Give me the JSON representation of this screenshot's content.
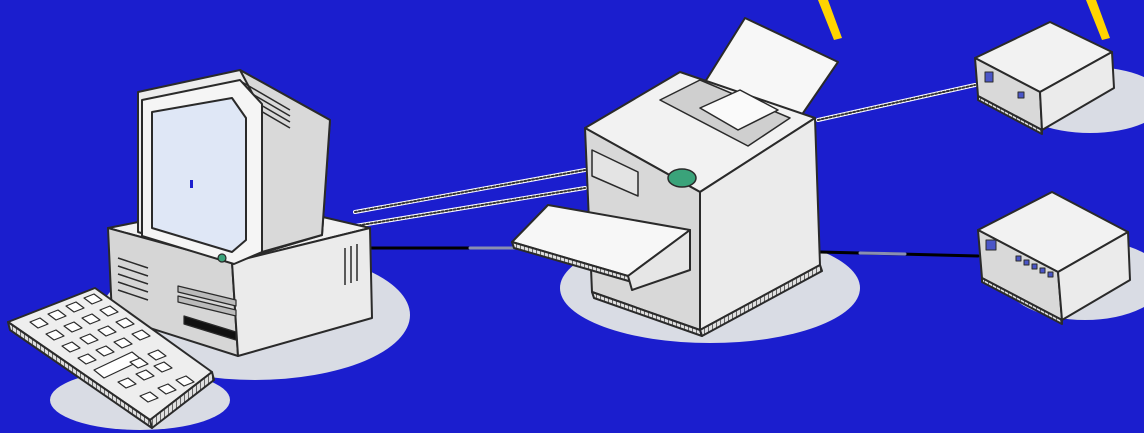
{
  "colors": {
    "background": "#1b1ece",
    "title_fragment": "#ffd400",
    "shadow": "#d9dce4",
    "device_light": "#f2f2f2",
    "device_mid": "#d6d6d6",
    "device_dark": "#a9a9a9",
    "outline": "#2a2a2a",
    "cable": "#9aa0b8",
    "screen": "#dfe7f6",
    "printer_button": "#3aa37a",
    "device_panel_blue": "#4a55c8"
  },
  "icons": {
    "computer": "desktop-computer-icon",
    "keyboard": "keyboard-icon",
    "printer": "printer-icon",
    "device_top": "network-box-icon",
    "device_bottom": "modem-icon"
  },
  "connections": [
    {
      "from": "computer",
      "to": "printer"
    },
    {
      "from": "printer",
      "to": "device_top"
    },
    {
      "from": "printer",
      "to": "device_bottom"
    }
  ]
}
